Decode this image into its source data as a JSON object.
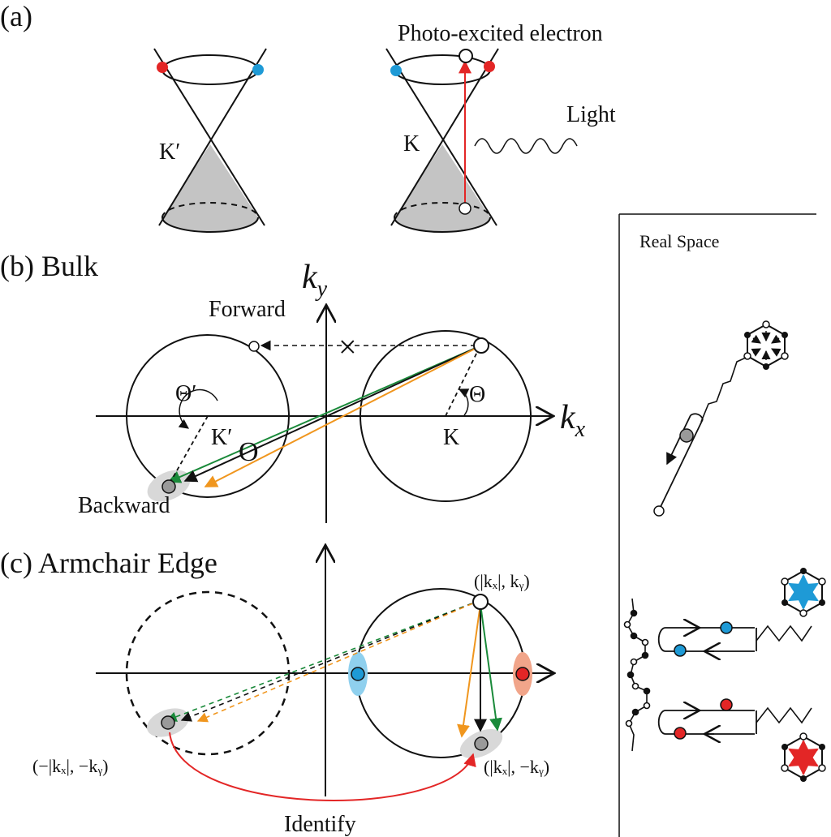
{
  "panel_a": {
    "label": "(a)",
    "photo_label": "Photo-excited electron",
    "light_label": "Light",
    "kp_label": "K′",
    "k_label": "K"
  },
  "panel_b": {
    "label": "(b) Bulk",
    "ky": "k",
    "ky_sub": "y",
    "kx": "k",
    "kx_sub": "x",
    "forward": "Forward",
    "backward": "Backward",
    "cross": "×",
    "theta_p": "Θ′",
    "theta": "Θ",
    "kp": "K′",
    "k": "K",
    "circle_mark": "O"
  },
  "panel_c": {
    "label": "(c) Armchair Edge",
    "top_point": "(|kₓ|, kᵧ)",
    "left_point": "(−|kₓ|, −kᵧ)",
    "right_point": "(|kₓ|, −kᵧ)",
    "identify": "Identify"
  },
  "real_space": {
    "title": "Real Space"
  },
  "colors": {
    "green": "#1a8a3a",
    "orange": "#f0961e",
    "red": "#e32626",
    "blue": "#1e9ad6",
    "gray": "#9a9a9a",
    "light_blue": "#8fd0ee",
    "light_red": "#f1a58a",
    "light_gray": "#d8d8d8"
  }
}
